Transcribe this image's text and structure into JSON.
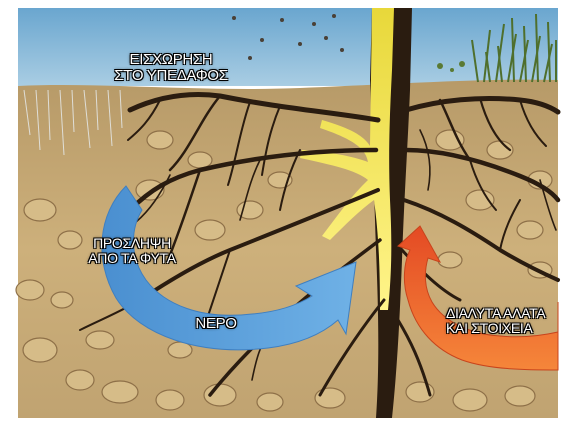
{
  "labels": {
    "infiltration_line1": "ΕΙΣΧΩΡΗΣΗ",
    "infiltration_line2": "ΣΤΟ ΥΠΕΔΑΦΟΣ",
    "uptake_line1": "ΠΡΟΣΛΗΨΗ",
    "uptake_line2": "ΑΠΟ ΤΑ ΦΥΤΑ",
    "water": "ΝΕΡΟ",
    "salts_line1": "ΔΙΑΛΥΤΑ ΑΛΑΤΑ",
    "salts_line2": "ΚΑΙ ΣΤΟΙΧΕΙΑ"
  },
  "colors": {
    "sky": "#7fb2d3",
    "soil": "#c8ac78",
    "soil_dark": "#7a5c36",
    "roots": "#2a1c10",
    "trunk_highlight": "#f4ec5a",
    "water_arrow": "#5ea2dc",
    "nutrient_arrow": "#ee6a2c",
    "grass": "#4f6f2c"
  }
}
